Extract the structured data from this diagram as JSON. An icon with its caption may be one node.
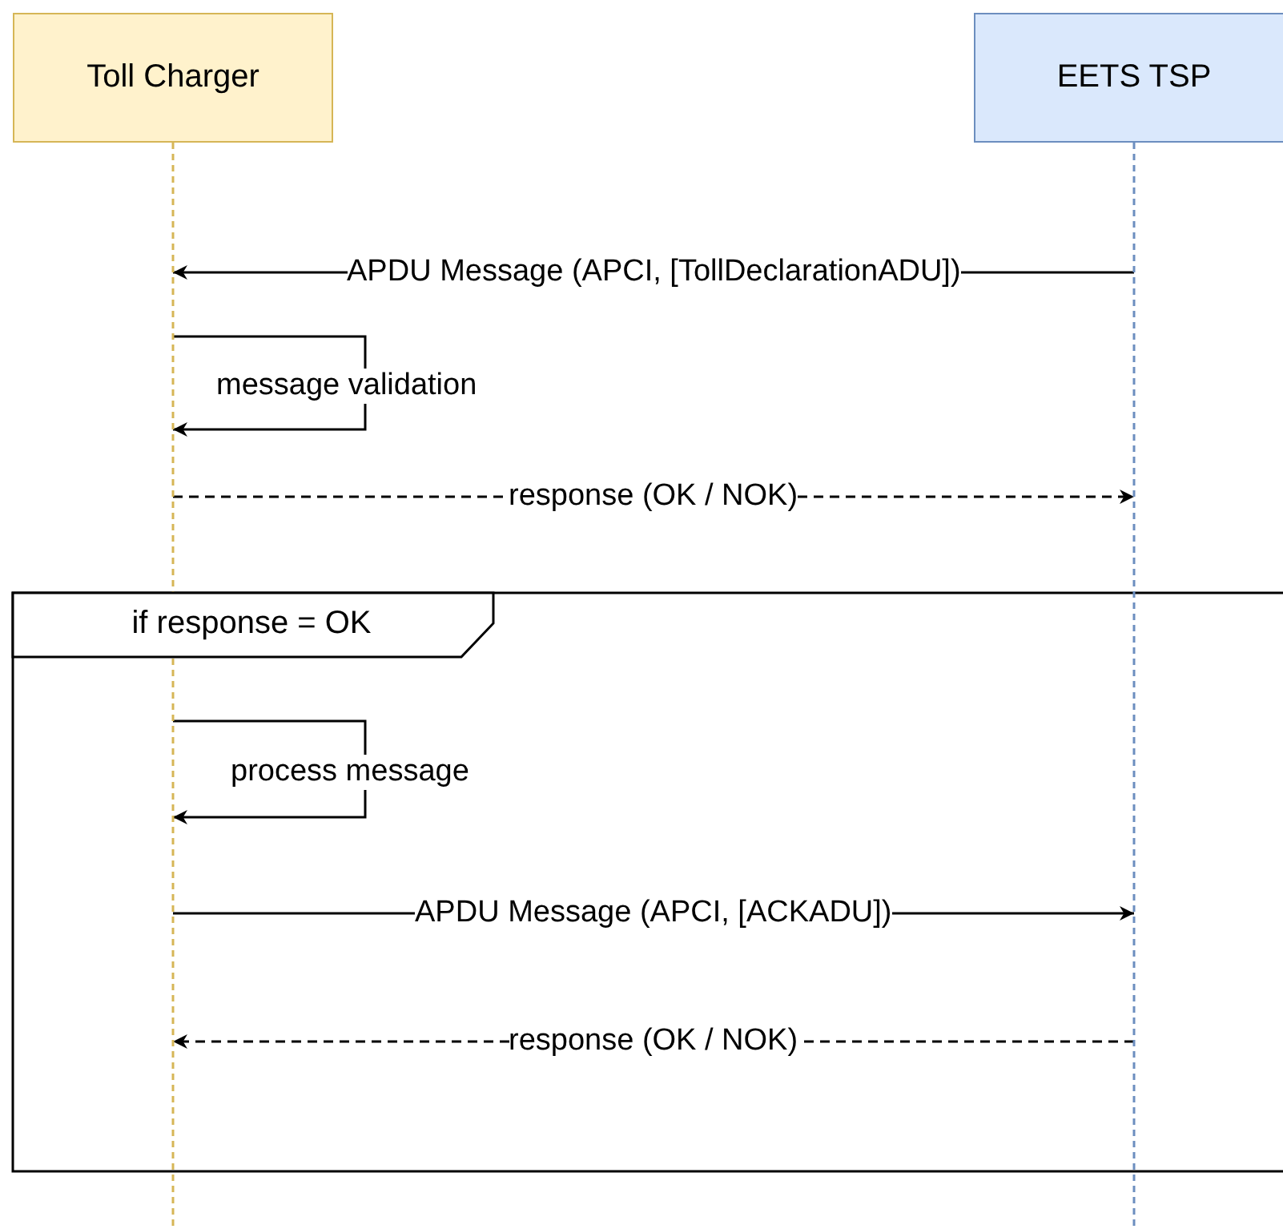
{
  "diagram": {
    "nodes": [
      {
        "text": [
          "Toll Charger"
        ]
      },
      {
        "text": [
          "EETS TSP"
        ]
      },
      {
        "text": [
          "if response = OK"
        ]
      }
    ],
    "edges": [
      {
        "from": 1,
        "to": 0,
        "arrow": "to",
        "label": "APDU Message (APCI, [TollDeclarationADU])"
      },
      {
        "from": 0,
        "to": 0,
        "arrow": "to",
        "label": "message validation"
      },
      {
        "from": 0,
        "to": 1,
        "arrow": "to",
        "style": "dashed",
        "label": "response (OK / NOK)"
      },
      {
        "from": 0,
        "to": 0,
        "arrow": "to",
        "label": "process message"
      },
      {
        "from": 0,
        "to": 1,
        "arrow": "to",
        "label": "APDU Message (APCI, [ACKADU])"
      },
      {
        "from": 1,
        "to": 0,
        "arrow": "to",
        "style": "dashed",
        "label": "response (OK / NOK)"
      }
    ]
  }
}
